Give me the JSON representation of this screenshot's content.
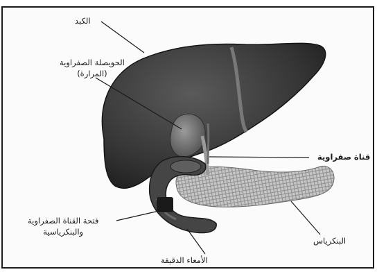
{
  "labels": {
    "liver": "الكبد",
    "gallbladder_line1": "الحويصلة الصفراوية",
    "gallbladder_line2": "(المرارة)",
    "bile_duct": "قناة صفراوية",
    "duct_opening_line1": "فتحة القناة الصفراوية",
    "duct_opening_line2": "والبنكرياسية",
    "pancreas": "البنكرياس",
    "small_intestine": "الأمعاء الدقيقة"
  },
  "colors": {
    "liver": "#3a3a3a",
    "gallbladder": "#707070",
    "pancreas": "#bdbdbd",
    "duodenum": "#4a4a4a",
    "background": "#fbfbfb",
    "border": "#1c1c1c"
  }
}
